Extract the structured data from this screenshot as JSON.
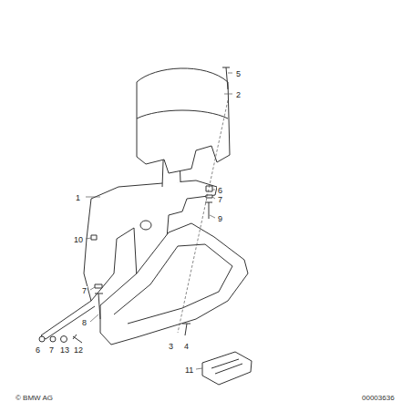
{
  "diagram": {
    "labels": [
      "5",
      "2",
      "1",
      "10",
      "6",
      "7",
      "9",
      "7",
      "8",
      "6",
      "7",
      "13",
      "12",
      "3",
      "4",
      "11",
      "© BMW AG",
      "00003636"
    ]
  }
}
